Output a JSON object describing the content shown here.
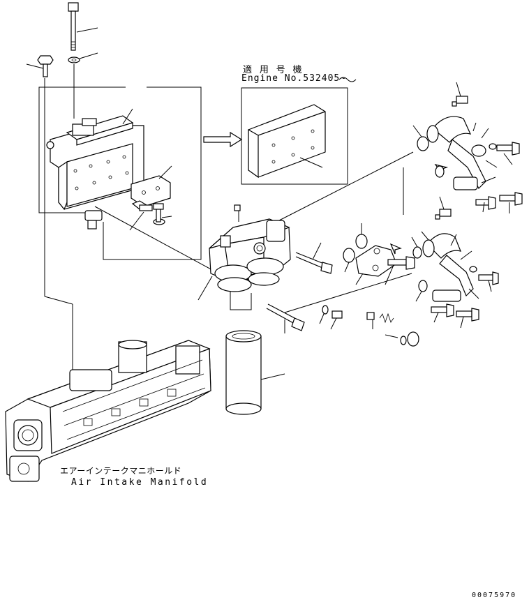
{
  "labels": {
    "applicable_jp": "適 用 号 機",
    "engine_no": "Engine No.532405~",
    "manifold_jp": "エアーインテークマニホールド",
    "manifold_en": "Air Intake Manifold",
    "drawing_no": "00075970"
  }
}
